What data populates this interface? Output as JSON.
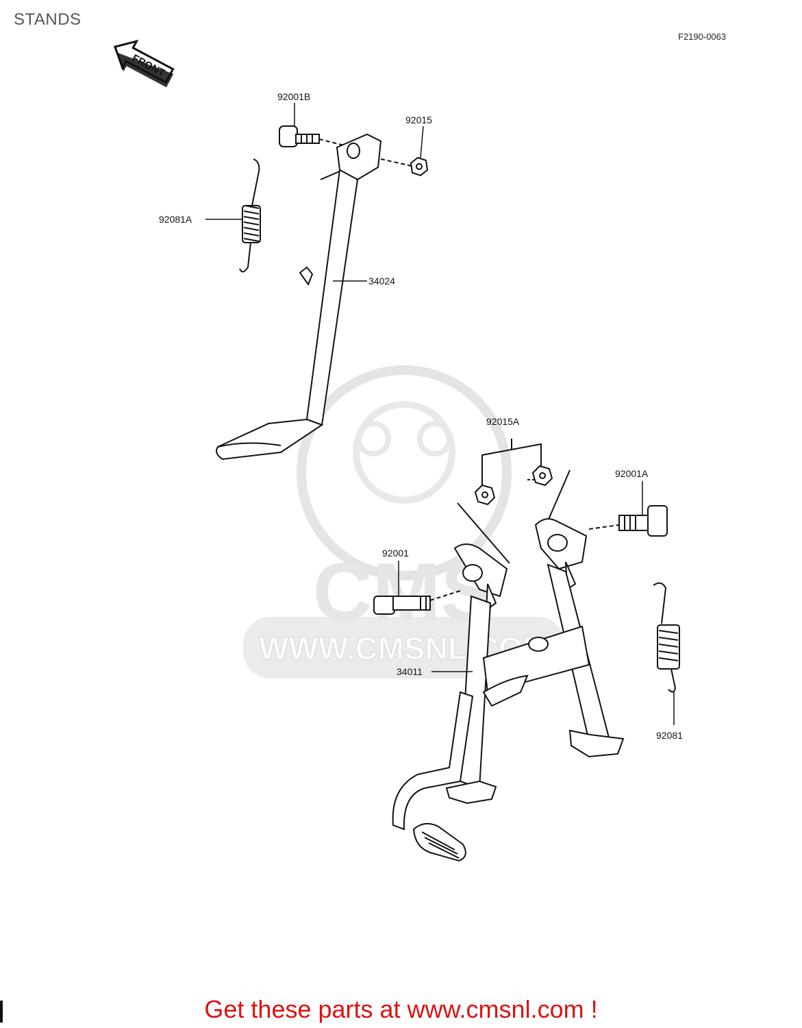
{
  "header": {
    "title": "STANDS",
    "figure_code": "F2190-0063"
  },
  "front_arrow": {
    "label": "FRONT"
  },
  "parts": {
    "bolt_side": "92001B",
    "nut_side": "92015",
    "spring_side": "92081A",
    "side_stand": "34024",
    "nut_center": "92015A",
    "bolt_right": "92001A",
    "bolt_left": "92001",
    "spring_center": "92081",
    "center_stand": "34011"
  },
  "watermark": {
    "text": "WWW.CMSNL.COM",
    "logo": "CMS"
  },
  "footer": {
    "cta": "Get these parts at www.cmsnl.com !"
  },
  "colors": {
    "footer_text": "#dd1111",
    "line": "#111111",
    "watermark": "#d8d8d8"
  }
}
